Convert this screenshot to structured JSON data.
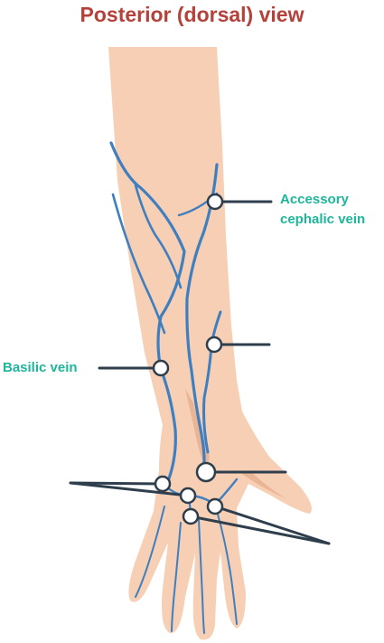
{
  "title": "Posterior (dorsal) view",
  "labels": {
    "accessory_cephalic_line1": "Accessory",
    "accessory_cephalic_line2": "cephalic vein",
    "basilic": "Basilic vein"
  },
  "colors": {
    "title": "#b5413a",
    "label": "#1fb59a",
    "skin": "#f6cfb4",
    "skin_shadow": "#eab595",
    "vein": "#3f7fc0",
    "leader": "#2f3e4c"
  }
}
